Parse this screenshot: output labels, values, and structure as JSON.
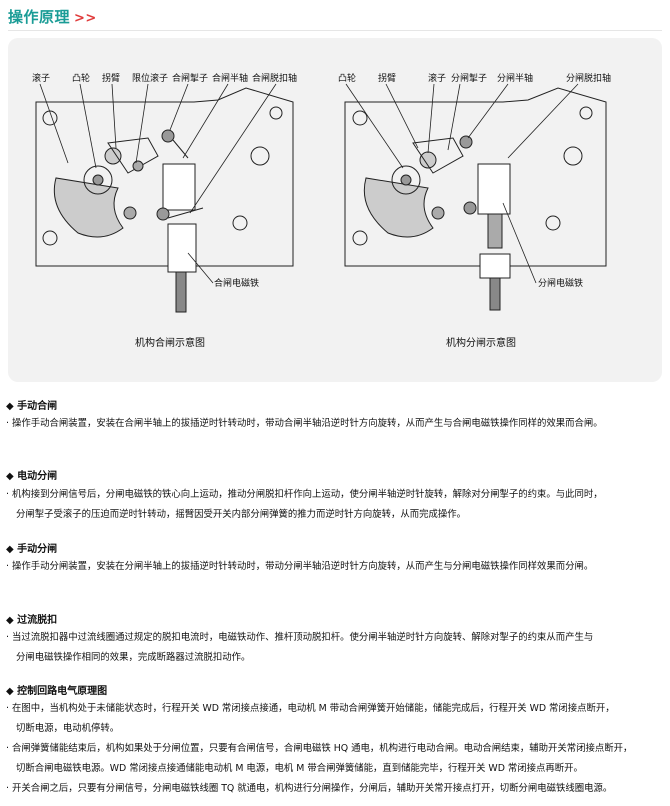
{
  "header": {
    "title": "操作原理",
    "arrow": ">>"
  },
  "figure": {
    "left": {
      "labels": [
        "滚子",
        "凸轮",
        "拐臂",
        "限位滚子",
        "合闸掣子",
        "合闸半轴",
        "合闸脱扣轴",
        "合闸电磁铁"
      ],
      "caption": "机构合闸示意图"
    },
    "right": {
      "labels": [
        "凸轮",
        "拐臂",
        "滚子",
        "分闸掣子",
        "分闸半轴",
        "分闸脱扣轴",
        "分闸电磁铁"
      ],
      "caption": "机构分闸示意图"
    }
  },
  "sections": [
    {
      "title": "◆ 手动合闸",
      "paras": [
        "· 操作手动合闸装置，安装在合闸半轴上的拔插逆时针转动时，带动合闸半轴沿逆时针方向旋转，从而产生与合闸电磁铁操作同样的效果而合闸。"
      ]
    },
    {
      "title": "◆ 电动分闸",
      "paras": [
        "· 机构接到分闸信号后，分闸电磁铁的铁心向上运动，推动分闸脱扣杆作向上运动，使分闸半轴逆时针旋转，解除对分闸掣子的约束。与此同时，",
        "分闸掣子受滚子的压迫而逆时针转动，摇臂因受开关内部分闸弹簧的推力而逆时针方向旋转，从而完成操作。"
      ]
    },
    {
      "title": "◆ 手动分闸",
      "paras": [
        "· 操作手动分闸装置，安装在分闸半轴上的拔插逆时针转动时，带动分闸半轴沿逆时针方向旋转，从而产生与分闸电磁铁操作同样效果而分闸。"
      ]
    },
    {
      "title": "◆ 过流脱扣",
      "paras": [
        "· 当过流脱扣器中过流线圈通过规定的脱扣电流时，电磁铁动作、推杆顶动脱扣杆。使分闸半轴逆时针方向旋转、解除对掣子的约束从而产生与",
        "分闸电磁铁操作相同的效果，完成断路器过流脱扣动作。"
      ]
    },
    {
      "title": "◆ 控制回路电气原理图",
      "paras": [
        "· 在图中，当机构处于未储能状态时，行程开关 WD 常闭接点接通，电动机 M 带动合闸弹簧开始储能，储能完成后，行程开关 WD 常闭接点断开，",
        "切断电源，电动机停转。",
        "· 合闸弹簧储能结束后，机构如果处于分闸位置，只要有合闸信号，合闸电磁铁 HQ 通电，机构进行电动合闸。电动合闸结束，辅助开关常闭接点断开，",
        "切断合闸电磁铁电源。WD 常闭接点接通储能电动机 M 电源，电机 M 带合闸弹簧储能，直到储能完毕，行程开关 WD 常闭接点再断开。",
        "· 开关合闸之后，只要有分闸信号，分闸电磁铁线圈 TQ 就通电，机构进行分闸操作，分闸后，辅助开关常开接点打开，切断分闸电磁铁线圈电源。"
      ]
    }
  ]
}
